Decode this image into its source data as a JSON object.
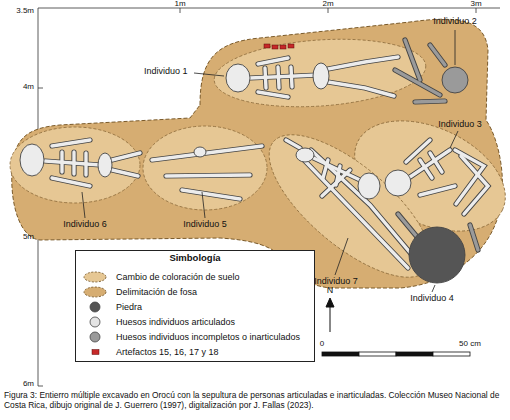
{
  "diagram": {
    "caption": "Figura 3: Entierro múltiple excavado en Orocú con la sepultura de personas articuladas e inarticuladas. Colección Museo Nacional de Costa Rica, dibujo original de J. Guerrero (1997), digitalización por J. Fallas (2023).",
    "labels": [
      "1m",
      "2m",
      "3m",
      "3.5m",
      "4m",
      "5m",
      "6m",
      "Individuo 1",
      "Individuo 2",
      "Individuo 3",
      "Individuo 4",
      "Individuo 5",
      "Individuo 6",
      "Individuo 7",
      "Simbología",
      "N",
      "0",
      "50 cm"
    ],
    "legend": [
      {
        "text": "Cambio de coloración de suelo",
        "color": "#e6c794"
      },
      {
        "text": "Delimitación de fosa",
        "color": "#d6ad72"
      },
      {
        "text": "Piedra",
        "color": "#555555"
      },
      {
        "text": "Huesos individuos articulados",
        "color": "#e4e4e4"
      },
      {
        "text": "Huesos individuos incompletos o inarticulados",
        "color": "#9a9a9a"
      },
      {
        "text": "Artefactos 15, 16, 17 y 18",
        "color": "#c62828"
      }
    ]
  }
}
